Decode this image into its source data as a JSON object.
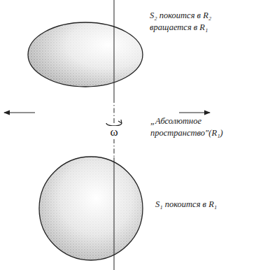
{
  "diagram": {
    "labels": [
      "S₂ покоится в R₂ вращается в R₁",
      "ω",
      "„Абсолютное пространство\"(R₁)",
      "S₁ покоится в R₁"
    ]
  }
}
